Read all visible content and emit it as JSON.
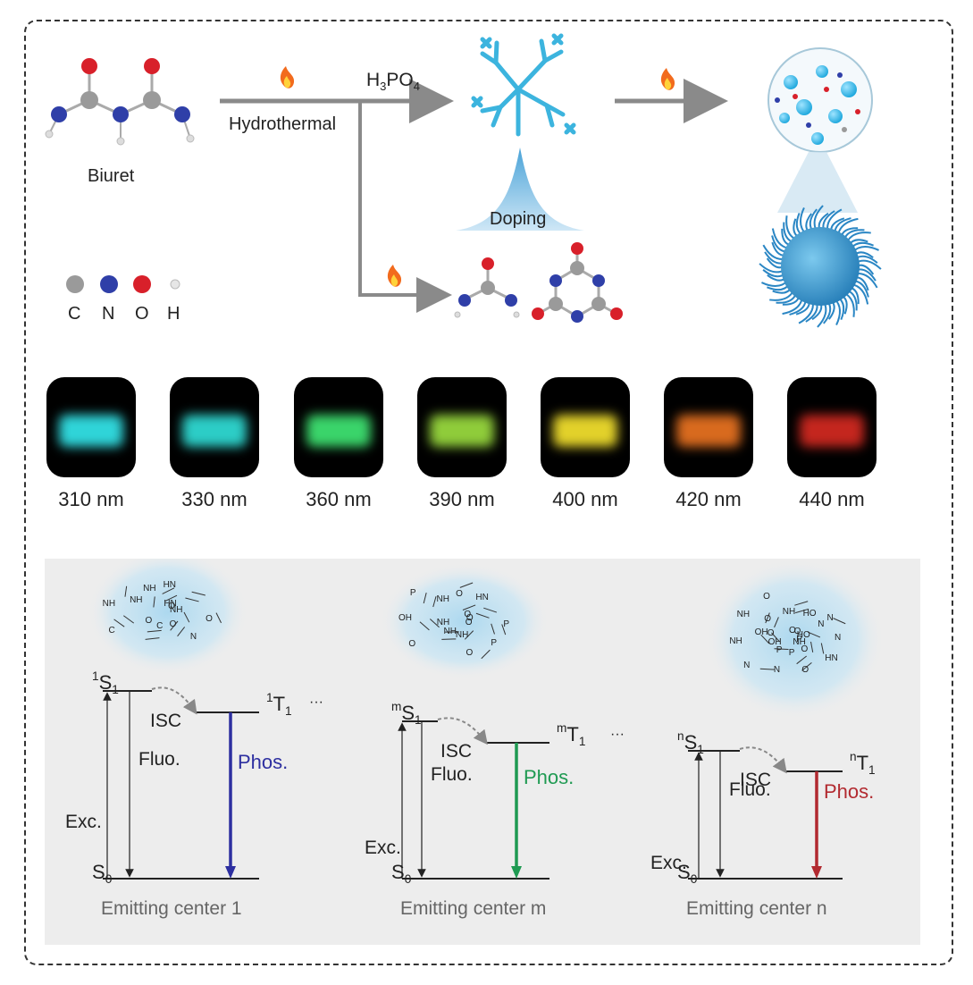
{
  "top": {
    "molecule_label": "Biuret",
    "step_hydrothermal": "Hydrothermal",
    "reagent": {
      "base": "H",
      "sub1": "3",
      "mid": "PO",
      "sub2": "4"
    },
    "doping_label": "Doping"
  },
  "legend": {
    "atoms": [
      {
        "symbol": "C",
        "color": "#9a9a9a"
      },
      {
        "symbol": "N",
        "color": "#2f3fa8"
      },
      {
        "symbol": "O",
        "color": "#d8202a"
      },
      {
        "symbol": "H",
        "color": "#e6e6e6"
      }
    ]
  },
  "excitation": {
    "swatches": [
      {
        "label": "310 nm",
        "color": "#2fd4d8"
      },
      {
        "label": "330 nm",
        "color": "#2ccdc6"
      },
      {
        "label": "360 nm",
        "color": "#3ad46a"
      },
      {
        "label": "390 nm",
        "color": "#8fcc3a"
      },
      {
        "label": "400 nm",
        "color": "#e2d12a"
      },
      {
        "label": "420 nm",
        "color": "#d86a1e"
      },
      {
        "label": "440 nm",
        "color": "#c4261e"
      }
    ]
  },
  "diagrams": [
    {
      "s1_prefix": "1",
      "t1_prefix": "1",
      "s_letter": "S",
      "t_letter": "T",
      "s_sub": "1",
      "t_sub": "1",
      "s0_sub": "0",
      "isc": "ISC",
      "fluo": "Fluo.",
      "phos": "Phos.",
      "exc": "Exc.",
      "s0_letter": "S",
      "phos_color": "#2d2fa0",
      "caption": "Emitting center 1",
      "mol_text": [
        "NH",
        "O",
        "HN",
        "N",
        "NH",
        "O",
        "C",
        "NH",
        "O",
        "C",
        "HN",
        "O",
        "NH"
      ]
    },
    {
      "s1_prefix": "m",
      "t1_prefix": "m",
      "s_letter": "S",
      "t_letter": "T",
      "s_sub": "1",
      "t_sub": "1",
      "s0_sub": "0",
      "isc": "ISC",
      "fluo": "Fluo.",
      "phos": "Phos.",
      "exc": "Exc.",
      "s0_letter": "S",
      "phos_color": "#1f9a52",
      "caption": "Emitting center m",
      "mol_text": [
        "O",
        "NH",
        "HN",
        "O",
        "P",
        "O",
        "NH",
        "O",
        "P",
        "OH",
        "O",
        "NH",
        "NH",
        "P",
        "O"
      ]
    },
    {
      "s1_prefix": "n",
      "t1_prefix": "n",
      "s_letter": "S",
      "t_letter": "T",
      "s_sub": "1",
      "t_sub": "1",
      "s0_sub": "0",
      "isc": "ISC",
      "fluo": "Fluo.",
      "phos": "Phos.",
      "exc": "Exc.",
      "s0_letter": "S",
      "phos_color": "#b22a30",
      "caption": "Emitting center n",
      "mol_text": [
        "NH",
        "O",
        "N",
        "N",
        "O",
        "P",
        "OH",
        "HO",
        "O",
        "NH",
        "HO",
        "P",
        "NH",
        "HN",
        "NH",
        "O",
        "P",
        "O",
        "N",
        "N",
        "O",
        "O",
        "OH",
        "N"
      ]
    }
  ],
  "ellipsis": "···"
}
